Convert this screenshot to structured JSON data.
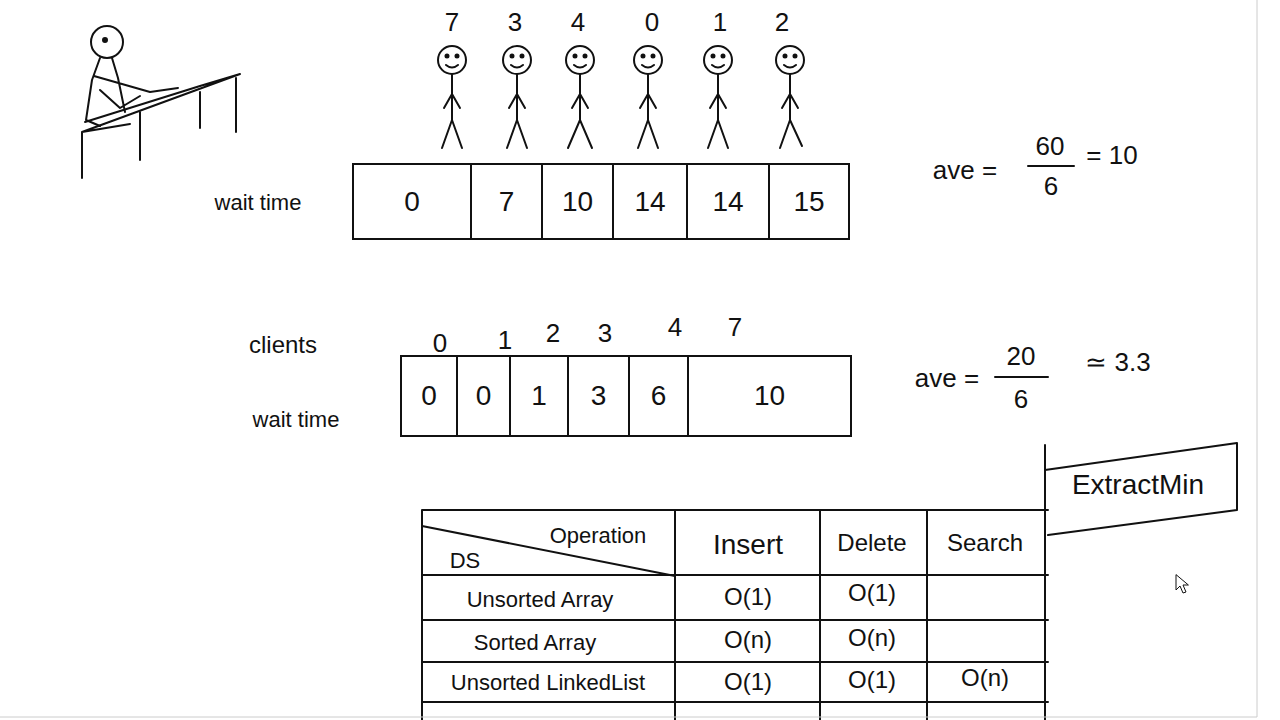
{
  "diagram": {
    "nodes": [
      {
        "text": [
          "0"
        ]
      },
      {
        "text": [
          "7"
        ]
      },
      {
        "text": [
          "10"
        ]
      },
      {
        "text": [
          "14"
        ]
      },
      {
        "text": [
          "14"
        ]
      },
      {
        "text": [
          "15"
        ]
      },
      {
        "text": [
          "0"
        ]
      },
      {
        "text": [
          "0"
        ]
      },
      {
        "text": [
          "1"
        ]
      },
      {
        "text": [
          "3"
        ]
      },
      {
        "text": [
          "6"
        ]
      },
      {
        "text": [
          "10"
        ]
      }
    ],
    "labels": [
      "7",
      "3",
      "4",
      "0",
      "1",
      "2",
      "wait time",
      "ave =",
      "60",
      "6",
      "= 10",
      "clients",
      "0",
      "1",
      "2",
      "3",
      "4",
      "7",
      "wait time",
      "ave =",
      "20",
      "6",
      "≃ 3.3",
      "Operation",
      "DS",
      "Insert",
      "Delete",
      "Search",
      "ExtractMin",
      "Unsorted Array",
      "O(1)",
      "O(1)",
      "Sorted Array",
      "O(n)",
      "O(n)",
      "Unsorted LinkedList",
      "O(1)",
      "O(1)",
      "O(n)"
    ]
  }
}
